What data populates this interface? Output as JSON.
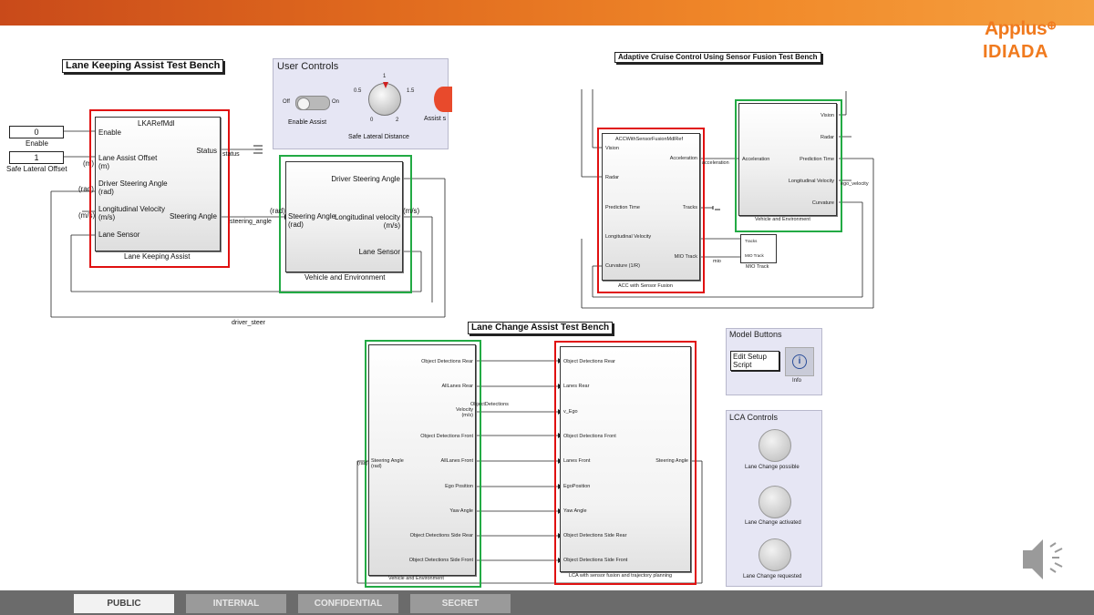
{
  "header": {
    "logo_top": "Applus",
    "logo_bottom": "IDIADA"
  },
  "lka": {
    "title": "Lane Keeping Assist Test Bench",
    "const_enable_value": "0",
    "const_enable_label": "Enable",
    "const_offset_value": "1",
    "const_offset_label": "Safe Lateral Offset",
    "block_header": "LKARefMdl",
    "inputs": [
      "Enable",
      "Lane Assist Offset\n(m)",
      "Driver Steering Angle\n(rad)",
      "Longitudinal Velocity\n(m/s)",
      "Lane Sensor"
    ],
    "outputs": [
      "Status",
      "Steering Angle"
    ],
    "units_left": [
      "(m)",
      "(rad)",
      "(m/s)"
    ],
    "block_name": "Lane Keeping Assist",
    "status_signal": "status",
    "steering_signal": "steering_angle",
    "veh_inputs": [
      "Steering Angle\n(rad)"
    ],
    "veh_outputs": [
      "Driver Steering Angle",
      "Longitudinal velocity\n(m/s)",
      "Lane Sensor"
    ],
    "veh_units": [
      "(rad)",
      "(m/s)"
    ],
    "veh_name": "Vehicle and Environment",
    "bottom_signal": "driver_steer"
  },
  "user_controls": {
    "title": "User Controls",
    "switch_off": "Off",
    "switch_on": "On",
    "switch_label": "Enable Assist",
    "knob_ticks": [
      "0.5",
      "1",
      "1.5",
      "0",
      "2"
    ],
    "knob_label": "Safe Lateral Distance",
    "lamp_label": "Assist s"
  },
  "acc": {
    "title": "Adaptive Cruise Control Using Sensor Fusion Test Bench",
    "block_header": "ACCWithSensorFusionMdlRef",
    "inputs": [
      "Vision",
      "Radar",
      "Prediction Time",
      "Longitudinal Velocity",
      "Curvature (1/R)"
    ],
    "outputs": [
      "Acceleration",
      "Tracks",
      "MIO Track"
    ],
    "block_name": "ACC with Sensor Fusion",
    "accel_signal": "acceleration",
    "veh_inputs": [
      "Acceleration"
    ],
    "veh_outputs": [
      "Vision",
      "Radar",
      "Prediction Time",
      "Longitudinal Velocity",
      "Curvature"
    ],
    "veh_name": "Vehicle and Environment",
    "veh_side_signal": "ego_velocity",
    "mio_block_lines": [
      "Tracks",
      "MIO Track"
    ],
    "mio_block_name": "MIO Track",
    "mio_signal": "mio"
  },
  "lca": {
    "title": "Lane Change Assist Test Bench",
    "veh_outputs": [
      "Object Detections Rear",
      "AllLanes Rear",
      "Velocity\n(m/s)",
      "Object Detections Front",
      "AllLanes Front",
      "Ego Position",
      "Yaw Angle",
      "Object Detections Side Rear",
      "Object Detections Side Front"
    ],
    "veh_input": "Steering Angle\n(rad)",
    "veh_name": "Vehicle and Environment",
    "mid_signal": "ObjectDetections",
    "left_unit": "(rad)",
    "ctrl_inputs": [
      "Object Detections Rear",
      "Lanes Rear",
      "v_Ego",
      "Object Detections Front",
      "Lanes Front",
      "EgoPosition",
      "Yaw Angle",
      "Object Detections Side Rear",
      "Object Detections Side Front"
    ],
    "ctrl_output": "Steering Angle",
    "ctrl_name": "LCA with sensor fusion and trajectory planning"
  },
  "model_buttons": {
    "title": "Model Buttons",
    "edit_button": "Edit Setup\nScript",
    "info_label": "Info"
  },
  "lca_controls": {
    "title": "LCA Controls",
    "lamps": [
      "Lane Change possible",
      "Lane Change activated",
      "Lane Change requested"
    ]
  },
  "footer": {
    "tabs": [
      "PUBLIC",
      "INTERNAL",
      "CONFIDENTIAL",
      "SECRET"
    ]
  },
  "colors": {
    "accent_orange": "#f07a1e",
    "highlight_red": "#e01010",
    "highlight_green": "#22aa44"
  }
}
